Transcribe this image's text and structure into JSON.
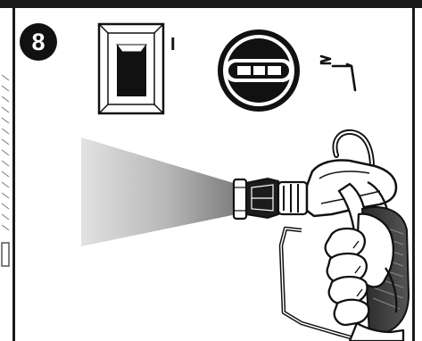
{
  "step": {
    "number": "8"
  },
  "power_switch": {
    "on_mark": "I",
    "icon": "rocker-switch-on"
  },
  "pressure_knob": {
    "icon": "pressure-control-knob",
    "setting_icon": "max-pressure-symbol"
  },
  "spray_gun": {
    "icon": "airless-spray-gun",
    "spray_icon": "spray-fan",
    "trigger_icon": "hand-squeezing-trigger"
  },
  "colors": {
    "ink": "#111111",
    "spray_gray": "#8a8a8a"
  }
}
